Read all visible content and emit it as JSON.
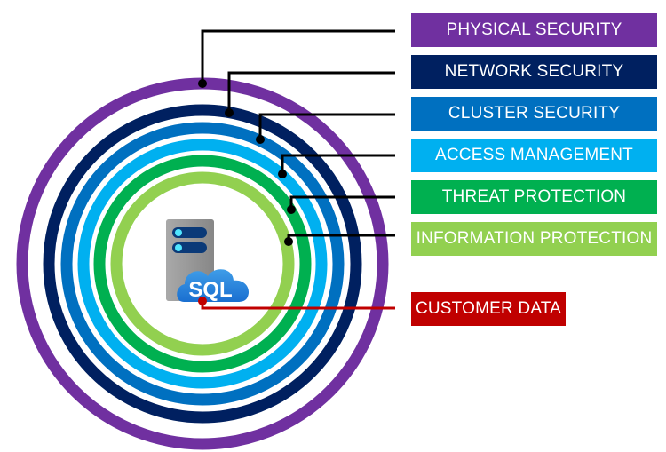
{
  "title": "SQL security layers",
  "layers": [
    {
      "id": "physical-security",
      "label": "PHYSICAL SECURITY",
      "color": "#7030A0"
    },
    {
      "id": "network-security",
      "label": "NETWORK SECURITY",
      "color": "#002060"
    },
    {
      "id": "cluster-security",
      "label": "CLUSTER SECURITY",
      "color": "#0070C0"
    },
    {
      "id": "access-management",
      "label": "ACCESS MANAGEMENT",
      "color": "#00B0F0"
    },
    {
      "id": "threat-protection",
      "label": "THREAT PROTECTION",
      "color": "#00B050"
    },
    {
      "id": "information-protection",
      "label": "INFORMATION PROTECTION",
      "color": "#92D050"
    }
  ],
  "core": {
    "id": "customer-data",
    "label": "CUSTOMER DATA",
    "color": "#C00000",
    "icon": "sql-database-cloud-icon",
    "icon_text": "SQL"
  },
  "connector_color": "#000000"
}
